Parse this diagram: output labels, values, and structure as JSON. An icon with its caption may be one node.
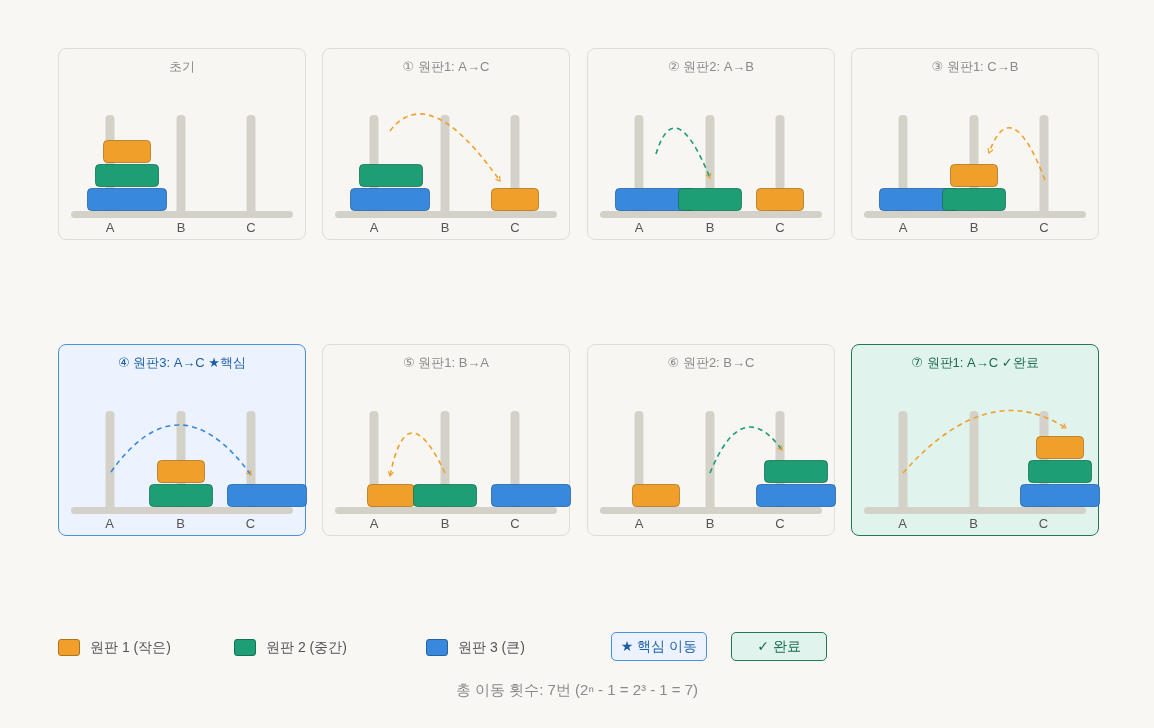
{
  "diagram": {
    "nodes": [
      {
        "text": [
          "초기",
          "A",
          "B",
          "C"
        ]
      },
      {
        "text": [
          "① 원판1: A→C",
          "A",
          "B",
          "C"
        ]
      },
      {
        "text": [
          "② 원판2: A→B",
          "A",
          "B",
          "C"
        ]
      },
      {
        "text": [
          "③ 원판1: C→B",
          "A",
          "B",
          "C"
        ]
      },
      {
        "text": [
          "④ 원판3: A→C ★핵심",
          "A",
          "B",
          "C"
        ]
      },
      {
        "text": [
          "⑤ 원판1: B→A",
          "A",
          "B",
          "C"
        ]
      },
      {
        "text": [
          "⑥ 원판2: B→C",
          "A",
          "B",
          "C"
        ]
      },
      {
        "text": [
          "⑦ 원판1: A→C ✓완료",
          "A",
          "B",
          "C"
        ]
      }
    ],
    "legend": [
      {
        "text": "원판 1 (작은)",
        "color": "#f0a02a"
      },
      {
        "text": "원판 2 (중간)",
        "color": "#1e9e75"
      },
      {
        "text": "원판 3 (큰)",
        "color": "#3889dd"
      },
      {
        "text": "★ 핵심 이동",
        "color": "#ecf3fe"
      },
      {
        "text": "✓ 완료",
        "color": "#e1f3ed"
      }
    ],
    "caption": "총 이동 횟수: 7번 (2ⁿ - 1 = 2³ - 1 = 7)"
  }
}
